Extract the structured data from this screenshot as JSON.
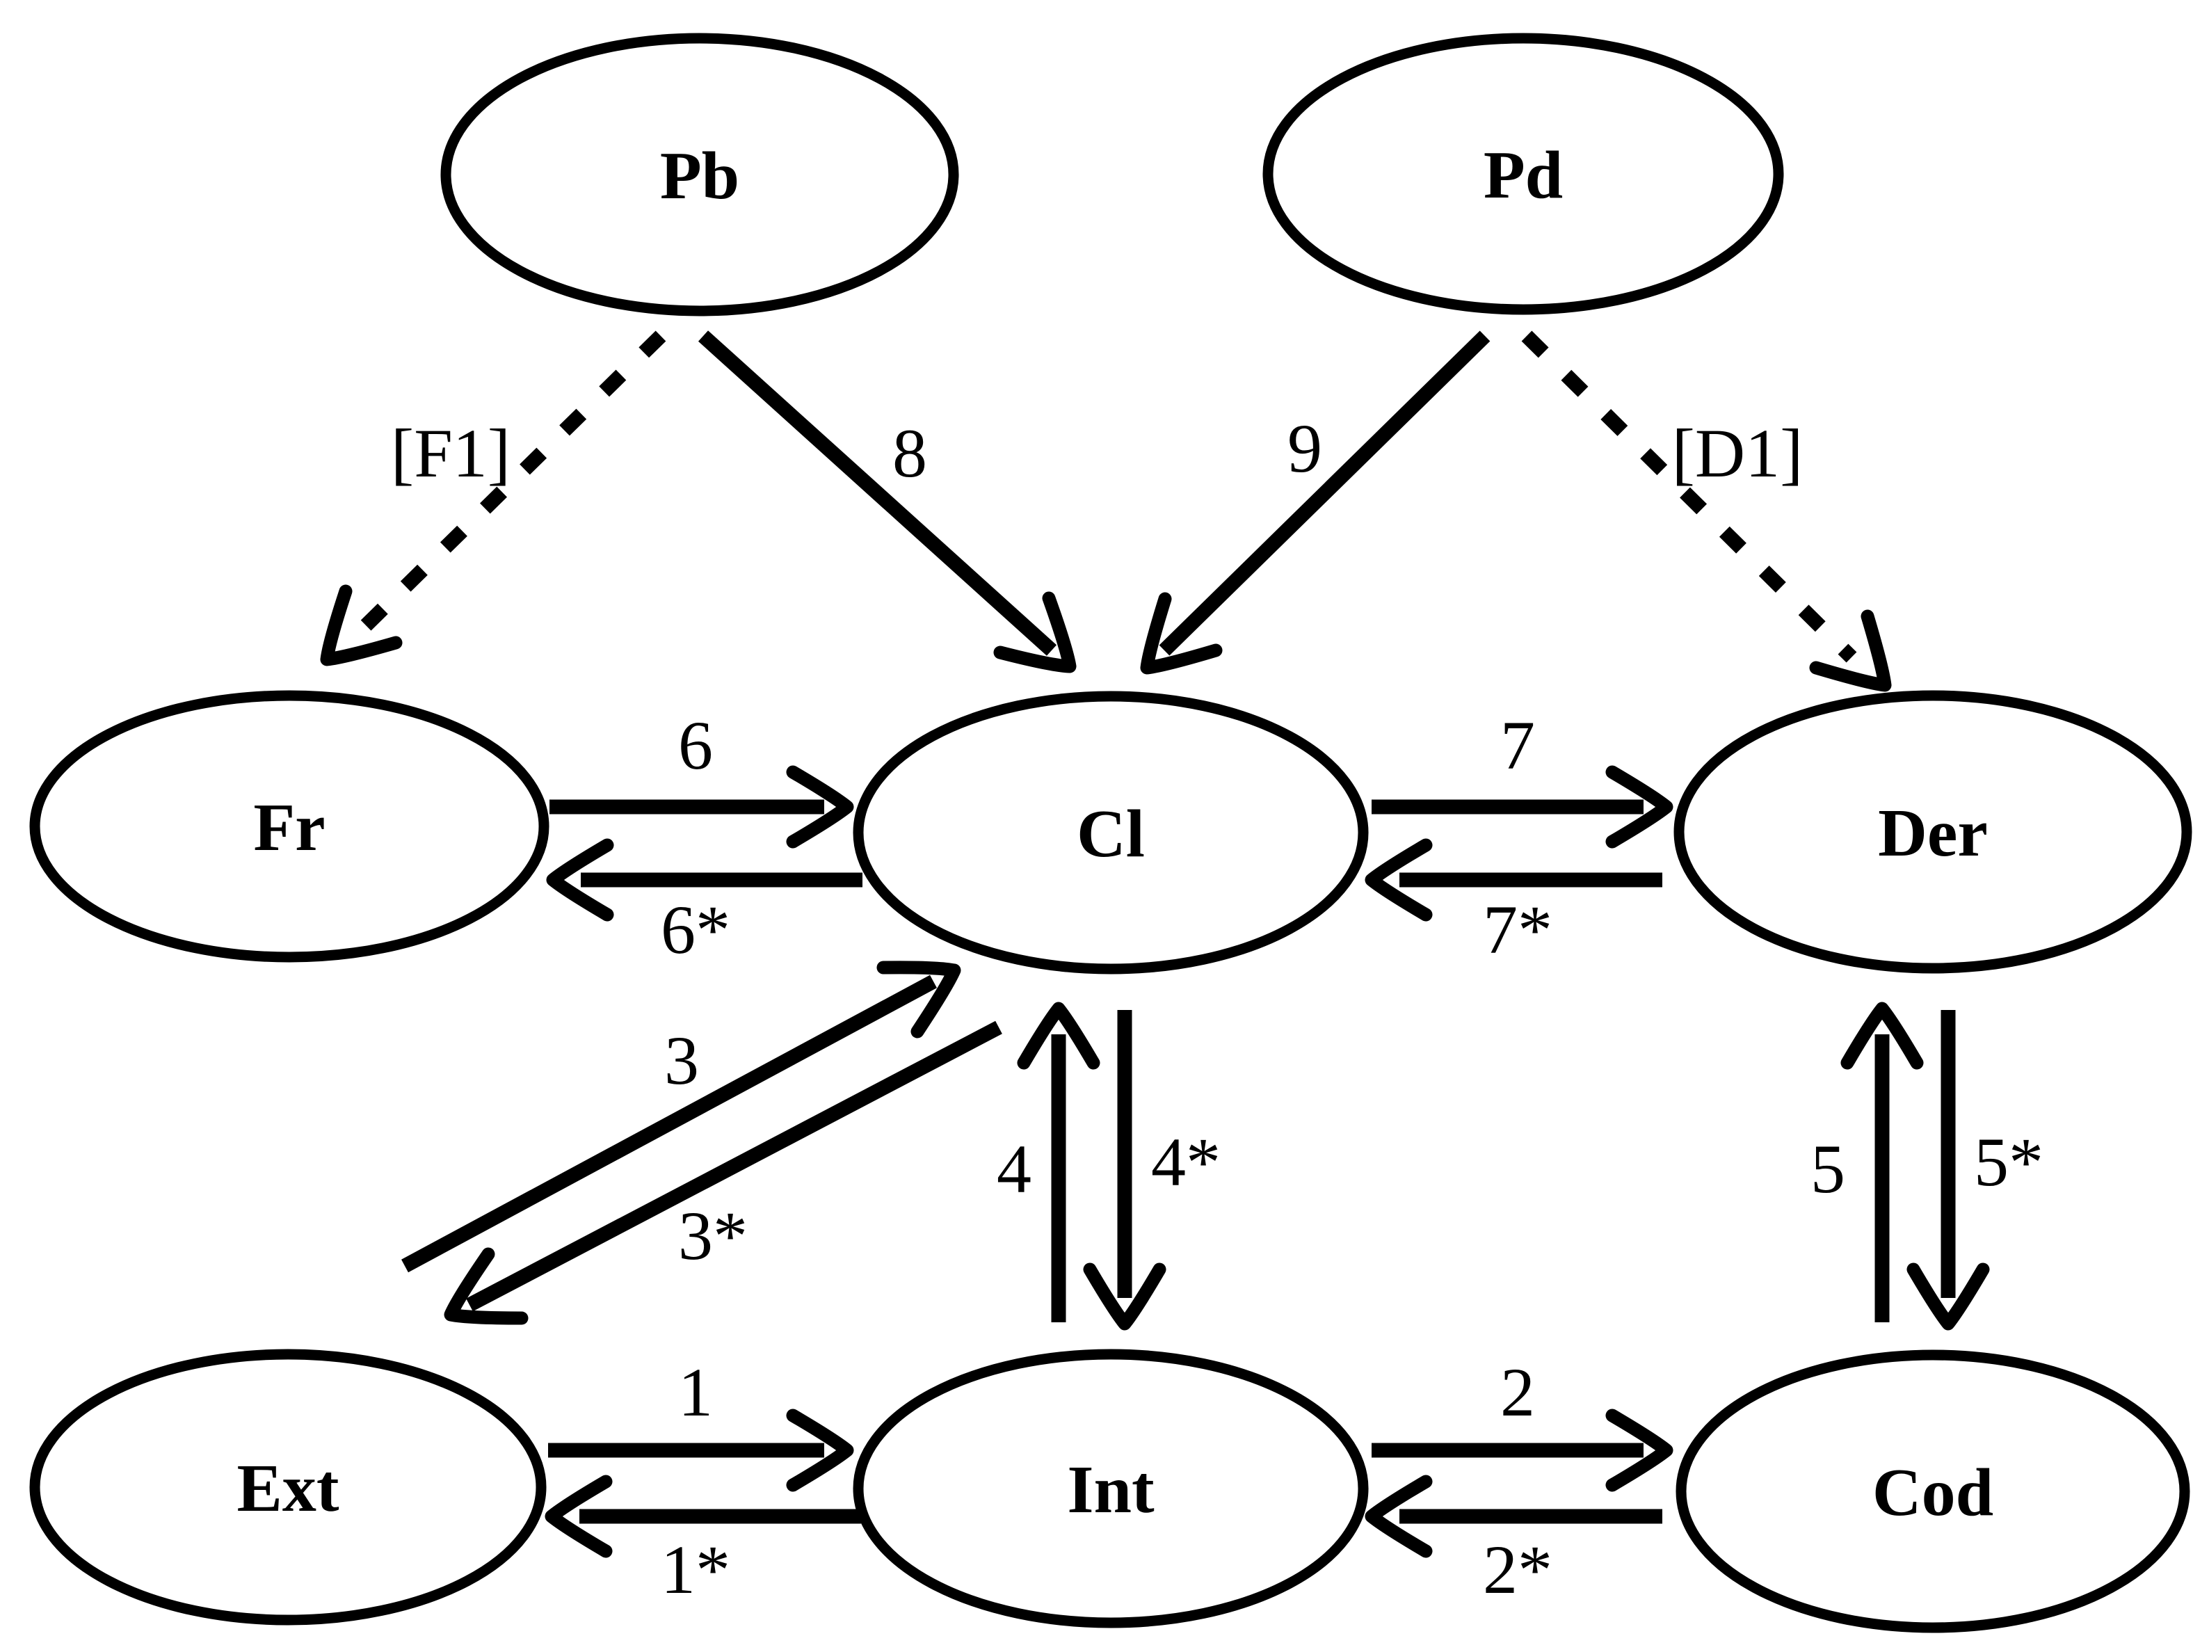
{
  "figure": {
    "type": "directed-graph-diagram",
    "background_color": "#ffffff",
    "ink_color": "#000000"
  },
  "nodes": {
    "pb": {
      "label": "Pb"
    },
    "pd": {
      "label": "Pd"
    },
    "fr": {
      "label": "Fr"
    },
    "cl": {
      "label": "Cl"
    },
    "der": {
      "label": "Der"
    },
    "ext": {
      "label": "Ext"
    },
    "int": {
      "label": "Int"
    },
    "cod": {
      "label": "Cod"
    }
  },
  "edges": {
    "f1": {
      "label": "[F1]",
      "from": "Pb",
      "to": "Fr",
      "line": "dashed"
    },
    "e8": {
      "label": "8",
      "from": "Pb",
      "to": "Cl",
      "line": "solid"
    },
    "e9": {
      "label": "9",
      "from": "Pd",
      "to": "Cl",
      "line": "solid"
    },
    "d1": {
      "label": "[D1]",
      "from": "Pd",
      "to": "Der",
      "line": "dashed"
    },
    "e6": {
      "label": "6",
      "from": "Fr",
      "to": "Cl",
      "line": "solid"
    },
    "e6r": {
      "label": "6*",
      "from": "Cl",
      "to": "Fr",
      "line": "solid"
    },
    "e7": {
      "label": "7",
      "from": "Cl",
      "to": "Der",
      "line": "solid"
    },
    "e7r": {
      "label": "7*",
      "from": "Der",
      "to": "Cl",
      "line": "solid"
    },
    "e3": {
      "label": "3",
      "from": "Ext",
      "to": "Cl",
      "line": "solid"
    },
    "e3r": {
      "label": "3*",
      "from": "Cl",
      "to": "Ext",
      "line": "solid"
    },
    "e4": {
      "label": "4",
      "from": "Int",
      "to": "Cl",
      "line": "solid"
    },
    "e4r": {
      "label": "4*",
      "from": "Cl",
      "to": "Int",
      "line": "solid"
    },
    "e5": {
      "label": "5",
      "from": "Cod",
      "to": "Der",
      "line": "solid"
    },
    "e5r": {
      "label": "5*",
      "from": "Der",
      "to": "Cod",
      "line": "solid"
    },
    "e1": {
      "label": "1",
      "from": "Ext",
      "to": "Int",
      "line": "solid"
    },
    "e1r": {
      "label": "1*",
      "from": "Int",
      "to": "Ext",
      "line": "solid"
    },
    "e2": {
      "label": "2",
      "from": "Int",
      "to": "Cod",
      "line": "solid"
    },
    "e2r": {
      "label": "2*",
      "from": "Cod",
      "to": "Int",
      "line": "solid"
    }
  }
}
